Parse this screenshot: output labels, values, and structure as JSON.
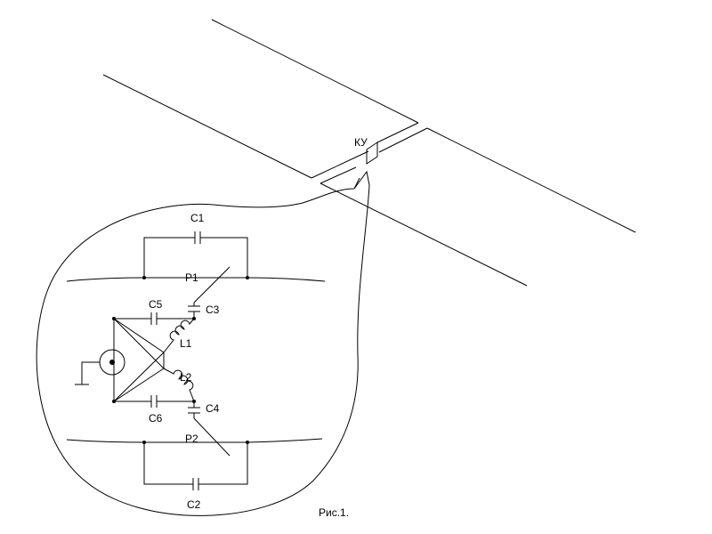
{
  "labels": {
    "ku": "КУ",
    "c1": "C1",
    "c2": "C2",
    "c3": "C3",
    "c4": "C4",
    "c5": "C5",
    "c6": "C6",
    "l1": "L1",
    "l2": "L2",
    "p1": "P1",
    "p2": "P2",
    "caption": "Рис.1."
  },
  "colors": {
    "line": "#000000",
    "background": "#ffffff"
  }
}
